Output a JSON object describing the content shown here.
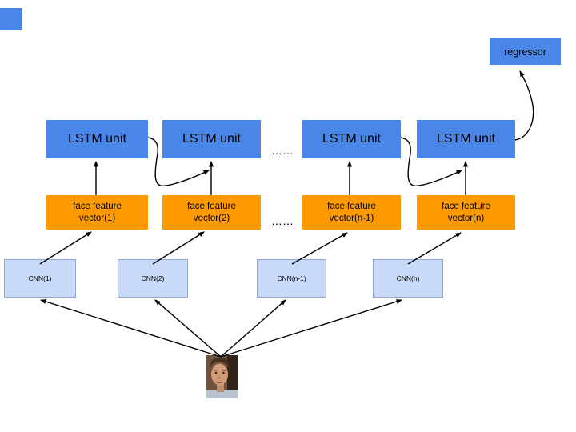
{
  "colors": {
    "box_blue": "#4a86e8",
    "box_orange": "#ff9900",
    "box_light_blue": "#c9daf8",
    "arrow_black": "#000000"
  },
  "regressor": {
    "label": "regressor"
  },
  "lstm_row": {
    "ellipsis": "……",
    "boxes": [
      {
        "label": "LSTM unit"
      },
      {
        "label": "LSTM unit"
      },
      {
        "label": "LSTM unit"
      },
      {
        "label": "LSTM unit"
      }
    ]
  },
  "ffv_row": {
    "ellipsis": "……",
    "boxes": [
      {
        "line1": "face feature",
        "line2": "vector(1)"
      },
      {
        "line1": "face feature",
        "line2": "vector(2)"
      },
      {
        "line1": "face feature",
        "line2": "vector(n-1)"
      },
      {
        "line1": "face feature",
        "line2": "vector(n)"
      }
    ]
  },
  "cnn_row": {
    "boxes": [
      {
        "label": "CNN(1)"
      },
      {
        "label": "CNN(2)"
      },
      {
        "label": "CNN(n-1)"
      },
      {
        "label": "CNN(n)"
      }
    ]
  },
  "face_image": {
    "label": "face photo"
  }
}
